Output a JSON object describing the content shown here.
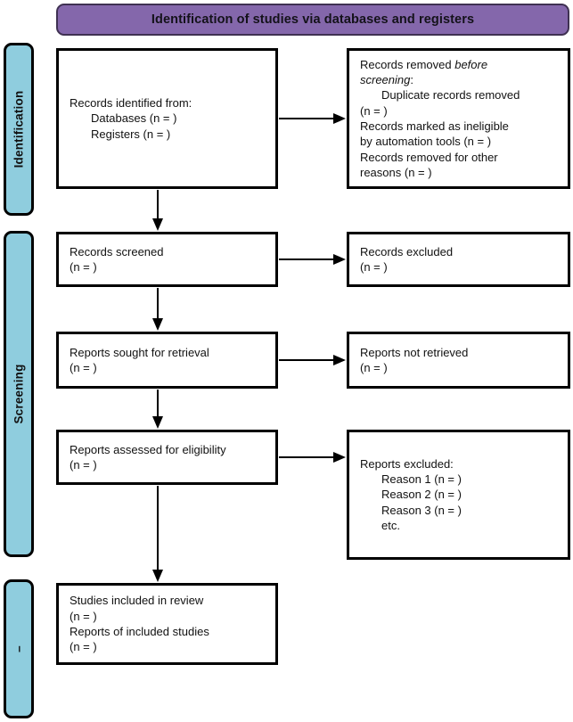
{
  "header": {
    "title": "Identification of studies via databases and registers",
    "background_color": "#8467ab",
    "text_color": "#14121a"
  },
  "stages": {
    "bar_color": "#8fcdde",
    "items": [
      {
        "id": "identification",
        "label": "Identification"
      },
      {
        "id": "screening",
        "label": "Screening"
      },
      {
        "id": "included",
        "label": "–"
      }
    ]
  },
  "boxes": {
    "identified": {
      "lines": [
        {
          "text": "Records identified from:",
          "indent": false
        },
        {
          "text": "Databases (n = )",
          "indent": true
        },
        {
          "text": "Registers (n = )",
          "indent": true
        }
      ]
    },
    "removed": {
      "lines": [
        {
          "text": "Records removed before",
          "indent": false,
          "italic_from": 16
        },
        {
          "text": "screening:",
          "indent": false,
          "italic_to": 9
        },
        {
          "text": "Duplicate records removed",
          "indent": true
        },
        {
          "text": "(n = )",
          "indent": false
        },
        {
          "text": "Records marked as ineligible",
          "indent": false
        },
        {
          "text": "by automation tools (n = )",
          "indent": false
        },
        {
          "text": "Records removed for other",
          "indent": false
        },
        {
          "text": "reasons (n = )",
          "indent": false
        }
      ]
    },
    "screened": {
      "lines": [
        {
          "text": "Records screened",
          "indent": false
        },
        {
          "text": "(n = )",
          "indent": false
        }
      ]
    },
    "excluded_records": {
      "lines": [
        {
          "text": "Records excluded",
          "indent": false
        },
        {
          "text": "(n = )",
          "indent": false
        }
      ]
    },
    "sought": {
      "lines": [
        {
          "text": "Reports sought for retrieval",
          "indent": false
        },
        {
          "text": "(n = )",
          "indent": false
        }
      ]
    },
    "not_retrieved": {
      "lines": [
        {
          "text": "Reports not retrieved",
          "indent": false
        },
        {
          "text": "(n = )",
          "indent": false
        }
      ]
    },
    "assessed": {
      "lines": [
        {
          "text": "Reports assessed for eligibility",
          "indent": false
        },
        {
          "text": "(n = )",
          "indent": false
        }
      ]
    },
    "excluded_reports": {
      "lines": [
        {
          "text": "Reports excluded:",
          "indent": false
        },
        {
          "text": "Reason 1 (n = )",
          "indent": true
        },
        {
          "text": "Reason 2 (n = )",
          "indent": true
        },
        {
          "text": "Reason 3 (n = )",
          "indent": true
        },
        {
          "text": "etc.",
          "indent": true
        }
      ]
    },
    "included": {
      "lines": [
        {
          "text": "Studies included in review",
          "indent": false
        },
        {
          "text": "(n = )",
          "indent": false
        },
        {
          "text": "Reports of included studies",
          "indent": false
        },
        {
          "text": "(n = )",
          "indent": false
        }
      ]
    }
  },
  "flow": {
    "arrow_color": "#000000",
    "connections": [
      {
        "from": "identified",
        "to": "removed",
        "direction": "right"
      },
      {
        "from": "identified",
        "to": "screened",
        "direction": "down"
      },
      {
        "from": "screened",
        "to": "excluded_records",
        "direction": "right"
      },
      {
        "from": "screened",
        "to": "sought",
        "direction": "down"
      },
      {
        "from": "sought",
        "to": "not_retrieved",
        "direction": "right"
      },
      {
        "from": "sought",
        "to": "assessed",
        "direction": "down"
      },
      {
        "from": "assessed",
        "to": "excluded_reports",
        "direction": "right"
      },
      {
        "from": "assessed",
        "to": "included",
        "direction": "down"
      }
    ]
  }
}
